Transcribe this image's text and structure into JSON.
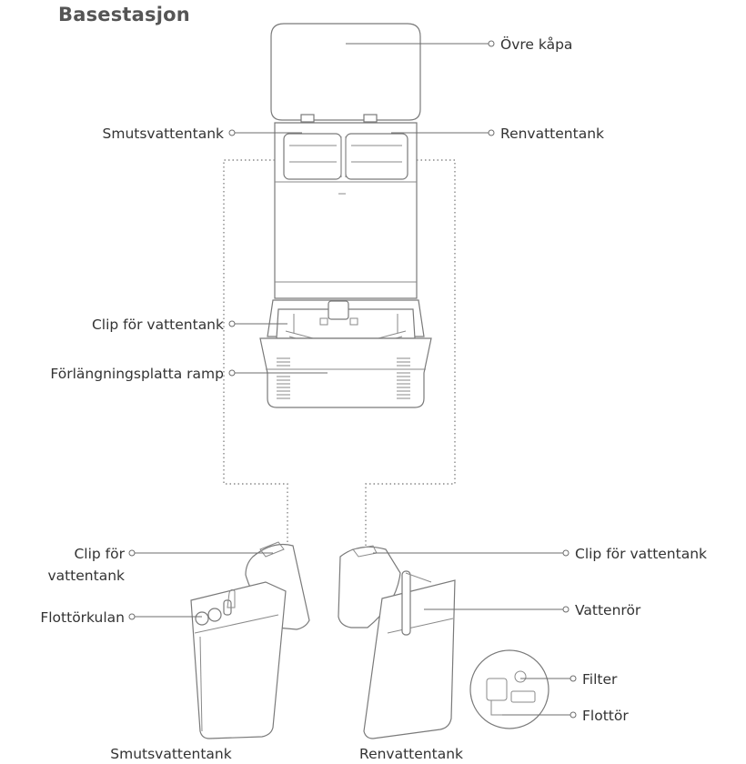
{
  "title": "Basestasjon",
  "labels": {
    "top_cover": "Övre kåpa",
    "dirty_tank_top": "Smutsvattentank",
    "clean_tank_top": "Renvattentank",
    "tank_clip_top": "Clip för vattentank",
    "ramp_plate": "Förlängningsplatta ramp",
    "left_clip_line1": "Clip för",
    "left_clip_line2": "vattentank",
    "float_ball": "Flottörkulan",
    "right_clip": "Clip för vattentank",
    "water_pipe": "Vattenrör",
    "filter": "Filter",
    "float": "Flottör",
    "dirty_tank_caption": "Smutsvattentank",
    "clean_tank_caption": "Renvattentank"
  },
  "colors": {
    "outline": "#7a7a7a",
    "label_text": "#333333",
    "title_text": "#555555"
  }
}
